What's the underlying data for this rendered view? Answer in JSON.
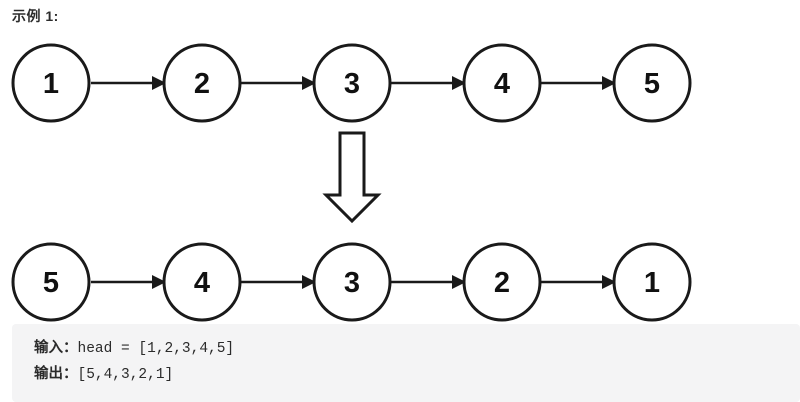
{
  "example": {
    "title": "示例 1:"
  },
  "diagram": {
    "name": "linked-list-reversal-diagram",
    "stroke_color": "#1a1a1a",
    "node_fill": "#ffffff",
    "top_row": {
      "label": "original-linked-list",
      "nodes": [
        "1",
        "2",
        "3",
        "4",
        "5"
      ]
    },
    "bottom_row": {
      "label": "reversed-linked-list",
      "nodes": [
        "5",
        "4",
        "3",
        "2",
        "1"
      ]
    },
    "transform_arrow": {
      "direction": "down",
      "style": "hollow-block-arrow"
    }
  },
  "io": {
    "background": "#f4f4f5",
    "input": {
      "label": "输入：",
      "value": "head = [1,2,3,4,5]"
    },
    "output": {
      "label": "输出：",
      "value": "[5,4,3,2,1]"
    }
  }
}
